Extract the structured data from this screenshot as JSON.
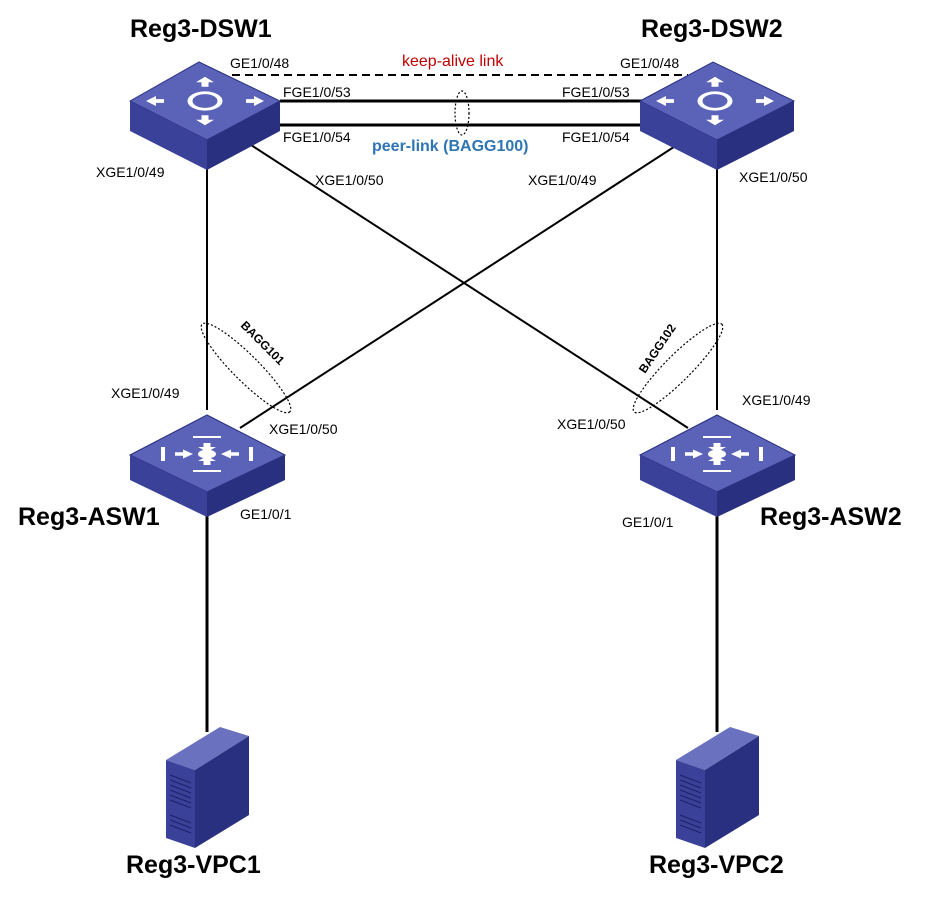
{
  "devices": {
    "dsw1": {
      "name": "Reg3-DSW1",
      "kind": "core-switch"
    },
    "dsw2": {
      "name": "Reg3-DSW2",
      "kind": "core-switch"
    },
    "asw1": {
      "name": "Reg3-ASW1",
      "kind": "access-switch"
    },
    "asw2": {
      "name": "Reg3-ASW2",
      "kind": "access-switch"
    },
    "vpc1": {
      "name": "Reg3-VPC1",
      "kind": "server"
    },
    "vpc2": {
      "name": "Reg3-VPC2",
      "kind": "server"
    }
  },
  "ports": {
    "dsw1_ge48": "GE1/0/48",
    "dsw2_ge48": "GE1/0/48",
    "dsw1_fge53": "FGE1/0/53",
    "dsw2_fge53": "FGE1/0/53",
    "dsw1_fge54": "FGE1/0/54",
    "dsw2_fge54": "FGE1/0/54",
    "dsw1_xge49": "XGE1/0/49",
    "dsw1_xge50": "XGE1/0/50",
    "dsw2_xge49": "XGE1/0/49",
    "dsw2_xge50": "XGE1/0/50",
    "asw1_xge49": "XGE1/0/49",
    "asw1_xge50": "XGE1/0/50",
    "asw1_ge1": "GE1/0/1",
    "asw2_xge49": "XGE1/0/49",
    "asw2_xge50": "XGE1/0/50",
    "asw2_ge1": "GE1/0/1"
  },
  "links": {
    "keepalive": {
      "label": "keep-alive link",
      "color": "#c00000"
    },
    "peerlink": {
      "label": "peer-link (BAGG100)",
      "color": "#2e75b6"
    }
  },
  "aggregations": {
    "bagg101": "BAGG101",
    "bagg102": "BAGG102"
  },
  "colors": {
    "device_top": "#5a63b8",
    "device_side": "#2a3080",
    "device_front": "#3a4199",
    "line": "#000000"
  }
}
